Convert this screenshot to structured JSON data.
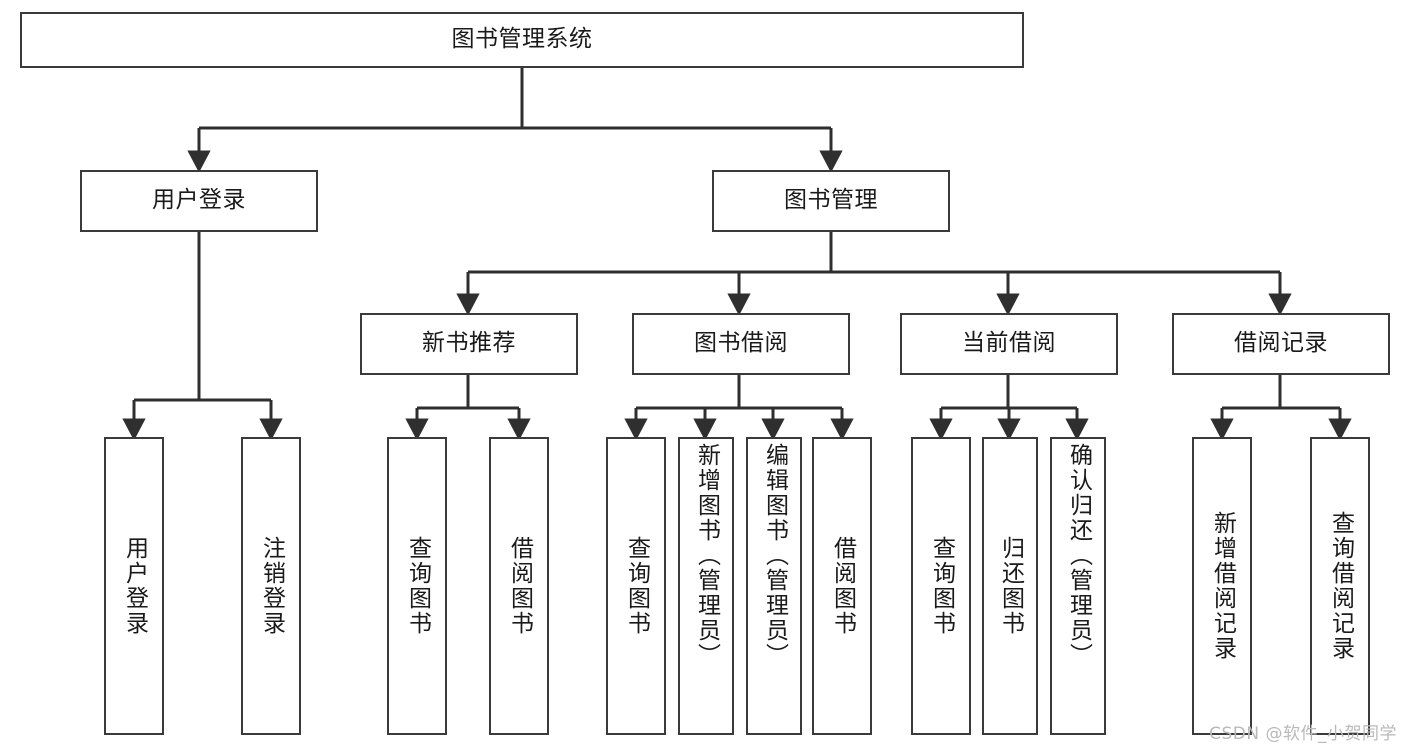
{
  "diagram": {
    "title": "图书管理系统",
    "type": "tree-hierarchy-chart",
    "colors": {
      "box_stroke": "#3a3a3a",
      "box_fill": "#ffffff",
      "edge_stroke": "#2f2f2f",
      "text": "#1a1a1a",
      "watermark": "#b9b9b9"
    },
    "levels": {
      "root": {
        "label": "图书管理系统"
      },
      "level2": [
        {
          "label": "用户登录"
        },
        {
          "label": "图书管理"
        }
      ],
      "level3": [
        {
          "label": "新书推荐"
        },
        {
          "label": "图书借阅"
        },
        {
          "label": "当前借阅"
        },
        {
          "label": "借阅记录"
        }
      ],
      "leaves": [
        {
          "label": "用户登录",
          "parent": "用户登录"
        },
        {
          "label": "注销登录",
          "parent": "用户登录"
        },
        {
          "label": "查询图书",
          "parent": "新书推荐"
        },
        {
          "label": "借阅图书",
          "parent": "新书推荐"
        },
        {
          "label": "查询图书",
          "parent": "图书借阅"
        },
        {
          "label": "新增图书（管理员）",
          "parent": "图书借阅"
        },
        {
          "label": "编辑图书（管理员）",
          "parent": "图书借阅"
        },
        {
          "label": "借阅图书",
          "parent": "图书借阅"
        },
        {
          "label": "查询图书",
          "parent": "当前借阅"
        },
        {
          "label": "归还图书",
          "parent": "当前借阅"
        },
        {
          "label": "确认归还（管理员）",
          "parent": "当前借阅"
        },
        {
          "label": "新增借阅记录",
          "parent": "借阅记录"
        },
        {
          "label": "查询借阅记录",
          "parent": "借阅记录"
        }
      ]
    },
    "watermark": "CSDN @软件_小贺同学"
  }
}
